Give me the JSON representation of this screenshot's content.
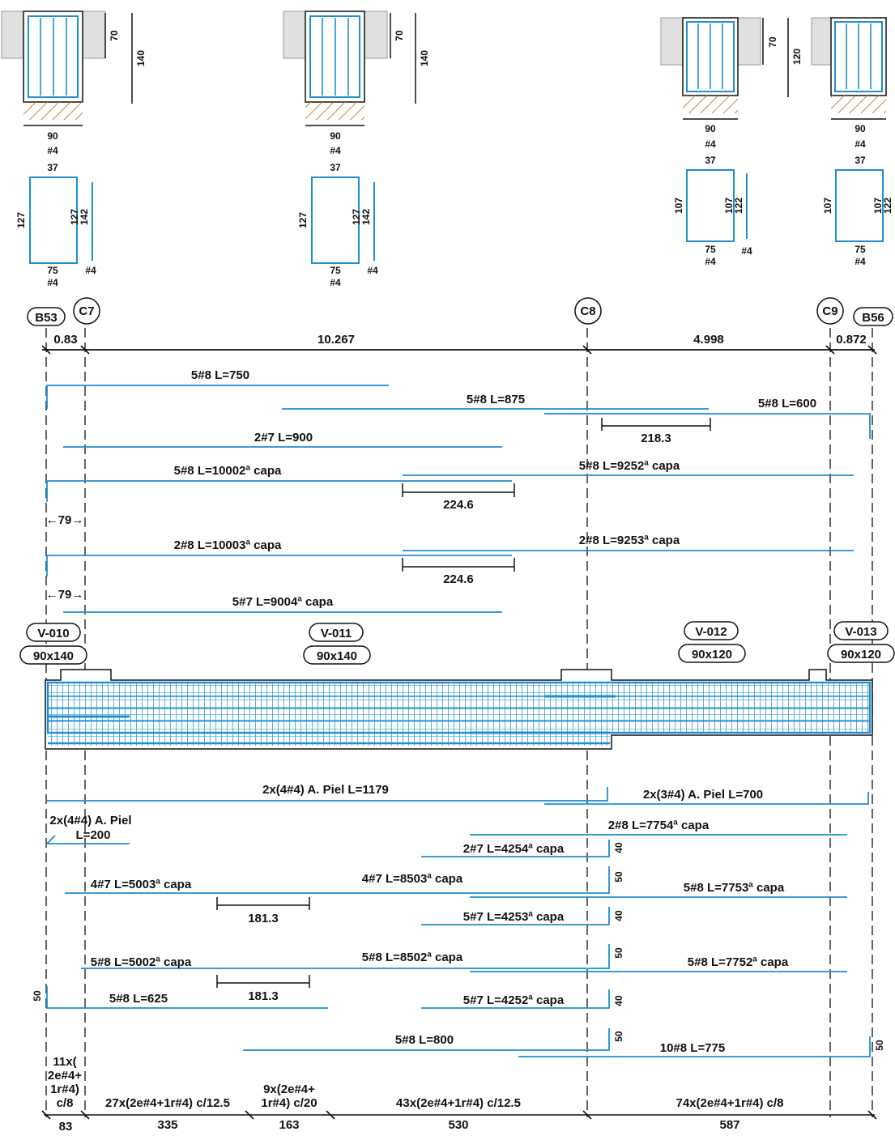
{
  "colors": {
    "rebar": "#1f8fd1",
    "ink": "#111111",
    "concrete": "#e0e0e0",
    "soil": "#d2813a"
  },
  "sections": [
    {
      "id": "sec1",
      "width": "90",
      "h1": "70",
      "h2": "140",
      "bar": "#4",
      "stirrup": {
        "top": "37",
        "left": "127",
        "right": [
          "127",
          "142"
        ],
        "bottom": "75",
        "bar": "#4",
        "side_bar": "#4"
      }
    },
    {
      "id": "sec2",
      "width": "90",
      "h1": "70",
      "h2": "140",
      "bar": "#4",
      "stirrup": {
        "top": "37",
        "left": "127",
        "right": [
          "127",
          "142"
        ],
        "bottom": "75",
        "bar": "#4",
        "side_bar": "#4"
      }
    },
    {
      "id": "sec3",
      "width": "90",
      "h1": "70",
      "h2": "120",
      "bar": "#4",
      "stirrup": {
        "top": "37",
        "left": "107",
        "right": [
          "107",
          "122"
        ],
        "bottom": "75",
        "bar": "#4",
        "side_bar": "#4"
      }
    },
    {
      "id": "sec4",
      "width": "90",
      "h1": "",
      "h2": "",
      "bar": "#4",
      "stirrup": {
        "top": "37",
        "left": "107",
        "right": [
          "107",
          "122"
        ],
        "bottom": "75",
        "bar": "#4",
        "side_bar": ""
      }
    }
  ],
  "axes": [
    {
      "name": "B53",
      "type": "tag"
    },
    {
      "name": "C7",
      "type": "circle"
    },
    {
      "name": "C8",
      "type": "circle"
    },
    {
      "name": "C9",
      "type": "circle"
    },
    {
      "name": "B56",
      "type": "tag"
    }
  ],
  "spans": [
    "0.83",
    "10.267",
    "4.998",
    "0.872"
  ],
  "top_bars": [
    "5#8 L=750",
    "5#8 L=875",
    "5#8 L=600",
    "218.3",
    "2#7 L=900",
    "5#8 L=10002ª capa",
    "5#8 L=9252ª capa",
    "224.6",
    "←79→",
    "2#8 L=10003ª capa",
    "2#8 L=9253ª capa",
    "224.6",
    "←79→",
    "5#7 L=9004ª capa"
  ],
  "beams": [
    {
      "id": "V-010",
      "size": "90x140"
    },
    {
      "id": "V-011",
      "size": "90x140"
    },
    {
      "id": "V-012",
      "size": "90x120"
    },
    {
      "id": "V-013",
      "size": "90x120"
    }
  ],
  "bottom_bars": [
    "2x(4#4) A. Piel L=1179",
    "2x(3#4) A. Piel L=700",
    "2x(4#4) A. Piel",
    "L=200",
    "2#8 L=7754ª capa",
    "2#7 L=4254ª capa",
    "40",
    "4#7 L=5003ª capa",
    "4#7 L=8503ª capa",
    "50",
    "5#8 L=7753ª capa",
    "181.3",
    "5#7 L=4253ª capa",
    "40",
    "5#8 L=5002ª capa",
    "5#8 L=8502ª capa",
    "50",
    "5#8 L=7752ª capa",
    "50",
    "5#8 L=625",
    "181.3",
    "5#7 L=4252ª capa",
    "40",
    "5#8 L=800",
    "50",
    "10#8 L=775",
    "50"
  ],
  "stirrups": [
    "11x(",
    "2e#4+",
    "1r#4)",
    "c/8",
    "27x(2e#4+1r#4) c/12.5",
    "9x(2e#4+",
    "1r#4) c/20",
    "43x(2e#4+1r#4) c/12.5",
    "74x(2e#4+1r#4) c/8"
  ],
  "stirrup_lengths": [
    "83",
    "335",
    "163",
    "530",
    "587"
  ]
}
